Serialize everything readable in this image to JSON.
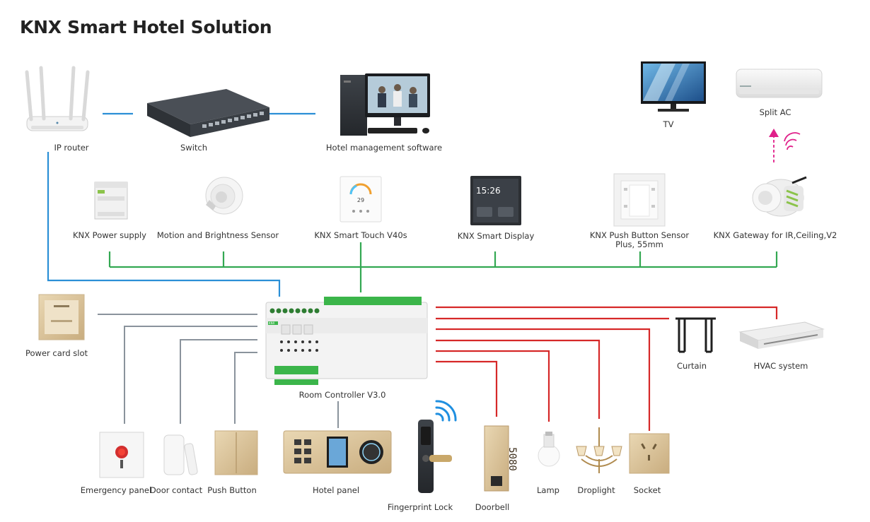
{
  "title": "KNX Smart Hotel Solution",
  "colors": {
    "network_line": "#2b8fd6",
    "knx_bus_line": "#33a852",
    "dry_contact_line": "#8a939c",
    "load_line": "#d62828",
    "ir_signal": "#e0218a",
    "wireless_signal": "#1f8fe0"
  },
  "devices": {
    "ip_router": "IP router",
    "switch": "Switch",
    "hotel_management_software": "Hotel management software",
    "tv": "TV",
    "split_ac": "Split  AC",
    "knx_power_supply": "KNX Power supply",
    "motion_sensor": "Motion and Brightness Sensor",
    "smart_touch": "KNX Smart Touch V40s",
    "smart_display": "KNX Smart Display",
    "push_button_sensor": "KNX Push Button Sensor Plus, 55mm",
    "knx_gateway": "KNX Gateway for IR,Ceiling,V2",
    "power_card_slot": "Power card slot",
    "room_controller": "Room Controller V3.0",
    "curtain": "Curtain",
    "hvac_system": "HVAC system",
    "emergency_panel": "Emergency panel",
    "door_contact": "Door contact",
    "push_button": "Push Button",
    "hotel_panel": "Hotel panel",
    "fingerprint_lock": "Fingerprint Lock",
    "doorbell": "Doorbell",
    "lamp": "Lamp",
    "droplight": "Droplight",
    "socket": "Socket"
  },
  "device_text": {
    "display_clock": "15:26",
    "touch_temp": "29",
    "doorbell_number": "5080",
    "controller_brand": "KNX"
  }
}
